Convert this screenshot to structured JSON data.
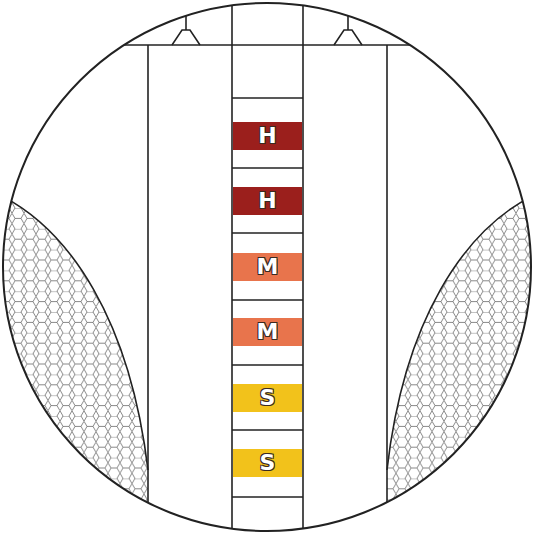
{
  "diagram": {
    "nodes": [
      {
        "text": [
          "H"
        ]
      },
      {
        "text": [
          "H"
        ]
      },
      {
        "text": [
          "M"
        ]
      },
      {
        "text": [
          "M"
        ]
      },
      {
        "text": [
          "S"
        ]
      },
      {
        "text": [
          "S"
        ]
      }
    ]
  }
}
